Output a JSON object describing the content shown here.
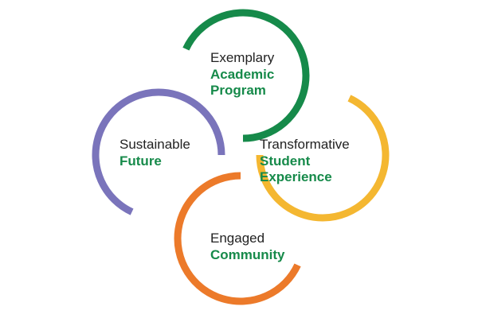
{
  "colors": {
    "green": "#168a4a",
    "purple": "#7a74bb",
    "yellow": "#f4b731",
    "orange": "#ec7a2a",
    "text_dark": "#222222",
    "text_accent": "#168a4a"
  },
  "pillars": [
    {
      "id": "academic",
      "color_key": "green",
      "line1": "Exemplary",
      "line2": "Academic",
      "line3": "Program"
    },
    {
      "id": "future",
      "color_key": "purple",
      "line1": "Sustainable",
      "line2": "Future",
      "line3": ""
    },
    {
      "id": "student",
      "color_key": "yellow",
      "line1": "Transformative",
      "line2": "Student",
      "line3": "Experience"
    },
    {
      "id": "community",
      "color_key": "orange",
      "line1": "Engaged",
      "line2": "Community",
      "line3": ""
    }
  ]
}
